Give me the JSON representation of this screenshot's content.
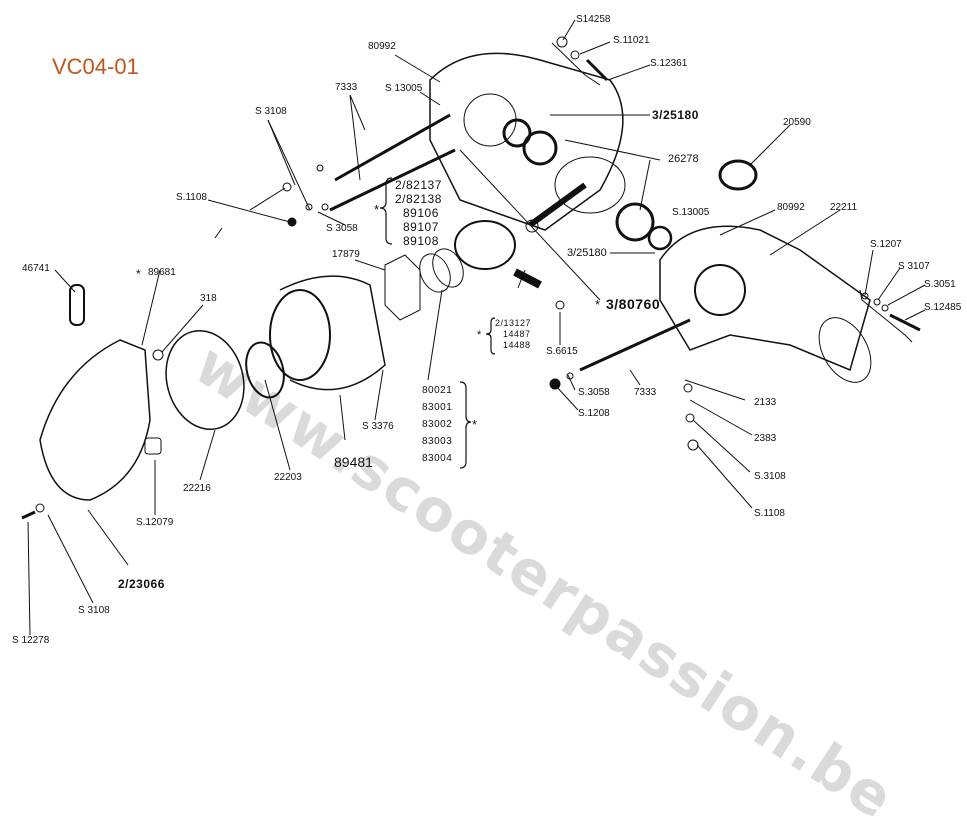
{
  "diagram": {
    "code": "VC04-01",
    "code_color": "#c0561b",
    "watermark": "www.scooterpassion.be",
    "labels": {
      "s3108_top": "S 3108",
      "s1108_left": "S.1108",
      "n7333_top": "7333",
      "n80992_top": "80992",
      "s13005_top": "S 13005",
      "s3058_left": "S 3058",
      "s14258": "S14258",
      "s11021": "S.11021",
      "s12361": "S.12361",
      "n3_25180_top": "3/25180",
      "n26278": "26278",
      "n20590": "20590",
      "s13005_right": "S.13005",
      "n80992_right": "80992",
      "n22211": "22211",
      "n3_25180_mid": "3/25180",
      "n3_80760": "3/80760",
      "s1207": "S.1207",
      "s3107": "S 3107",
      "s3051": "S.3051",
      "s12485": "S.12485",
      "n46741": "46741",
      "n89681": "89681",
      "n318": "318",
      "n17879": "17879",
      "s6615": "S.6615",
      "s3058_mid": "S.3058",
      "s1208": "S.1208",
      "n7333_bottom": "7333",
      "n2133": "2133",
      "n2383": "2383",
      "s3108_right": "S.3108",
      "s1108_right": "S.1108",
      "s3376": "S 3376",
      "n89481": "89481",
      "n22203": "22203",
      "n22216": "22216",
      "s12079": "S.12079",
      "n2_23066": "2/23066",
      "s3108_bottom": "S 3108",
      "s12278": "S 12278",
      "asterisk": "*"
    },
    "piston_group": [
      "2/82137",
      "2/82138",
      "89106",
      "89107",
      "89108"
    ],
    "pin_group": [
      "2/13127",
      "14487",
      "14488"
    ],
    "ring_group": [
      "80021",
      "83001",
      "83002",
      "83003",
      "83004"
    ]
  }
}
